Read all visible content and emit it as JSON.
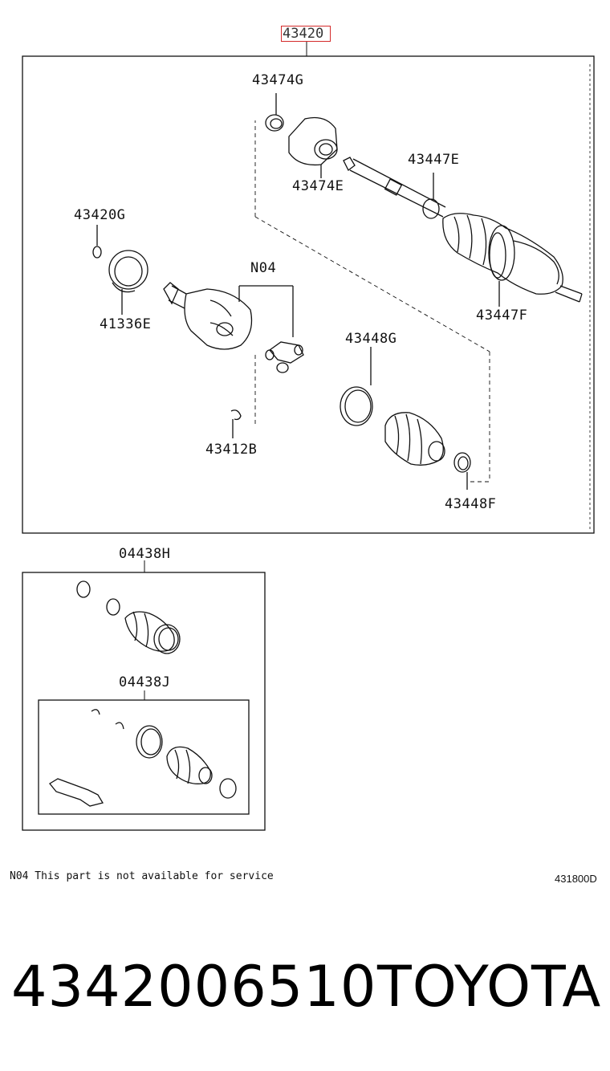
{
  "diagram": {
    "main_assembly_label": "43420",
    "labels": {
      "p43474G": "43474G",
      "p43474E": "43474E",
      "p43447E": "43447E",
      "p43420G": "43420G",
      "p41336E": "41336E",
      "pN04": "N04",
      "p43448G": "43448G",
      "p43447F": "43447F",
      "p43412B": "43412B",
      "p43448F": "43448F",
      "p04438H": "04438H",
      "p04438J": "04438J"
    },
    "footnote": "N04 This part is not available for service",
    "figure_code": "431800D"
  },
  "caption": {
    "part_number": "4342006510",
    "brand": "TOYOTA"
  },
  "colors": {
    "highlight": "#d42a2a",
    "line": "#111111"
  }
}
